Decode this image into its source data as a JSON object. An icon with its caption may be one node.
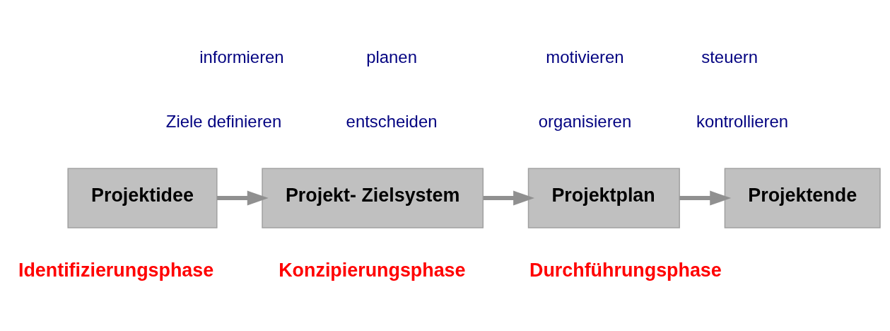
{
  "diagram": {
    "nodes": [
      {
        "text": [
          "Projektidee"
        ]
      },
      {
        "text": [
          "Projekt- Zielsystem"
        ]
      },
      {
        "text": [
          "Projektplan"
        ]
      },
      {
        "text": [
          "Projektende"
        ]
      }
    ],
    "edges": [
      {
        "from": 0,
        "to": 1,
        "arrow": "to"
      },
      {
        "from": 1,
        "to": 2,
        "arrow": "to"
      },
      {
        "from": 2,
        "to": 3,
        "arrow": "to"
      }
    ],
    "labels": [
      "informieren",
      "planen",
      "motivieren",
      "steuern",
      "Ziele definieren",
      "entscheiden",
      "organisieren",
      "kontrollieren",
      "Identifizierungsphase",
      "Konzipierungsphase",
      "Durchführungsphase"
    ]
  }
}
